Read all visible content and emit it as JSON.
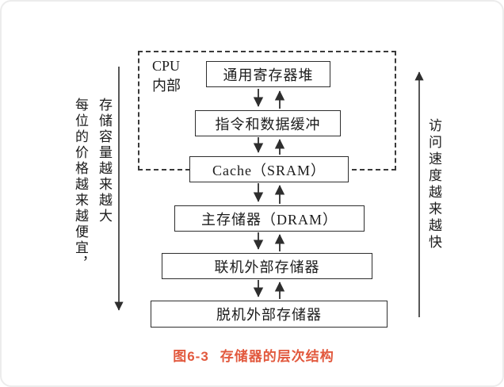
{
  "figure": {
    "caption_label": "图6-3",
    "caption_title": "存储器的层次结构",
    "caption_color": "#e2593e"
  },
  "cpu_region": {
    "label_line1": "CPU",
    "label_line2": "内部"
  },
  "levels": [
    {
      "label": "通用寄存器堆"
    },
    {
      "label": "指令和数据缓冲"
    },
    {
      "label": "Cache（SRAM）"
    },
    {
      "label": "主存储器（DRAM）"
    },
    {
      "label": "联机外部存储器"
    },
    {
      "label": "脱机外部存储器"
    }
  ],
  "annotations": {
    "left_column_inner": "存储容量越来越大",
    "left_column_outer": "每位的价格越来越便宜，",
    "right_column": "访问速度越来越快"
  },
  "style": {
    "line_color": "#2e2e2e"
  }
}
